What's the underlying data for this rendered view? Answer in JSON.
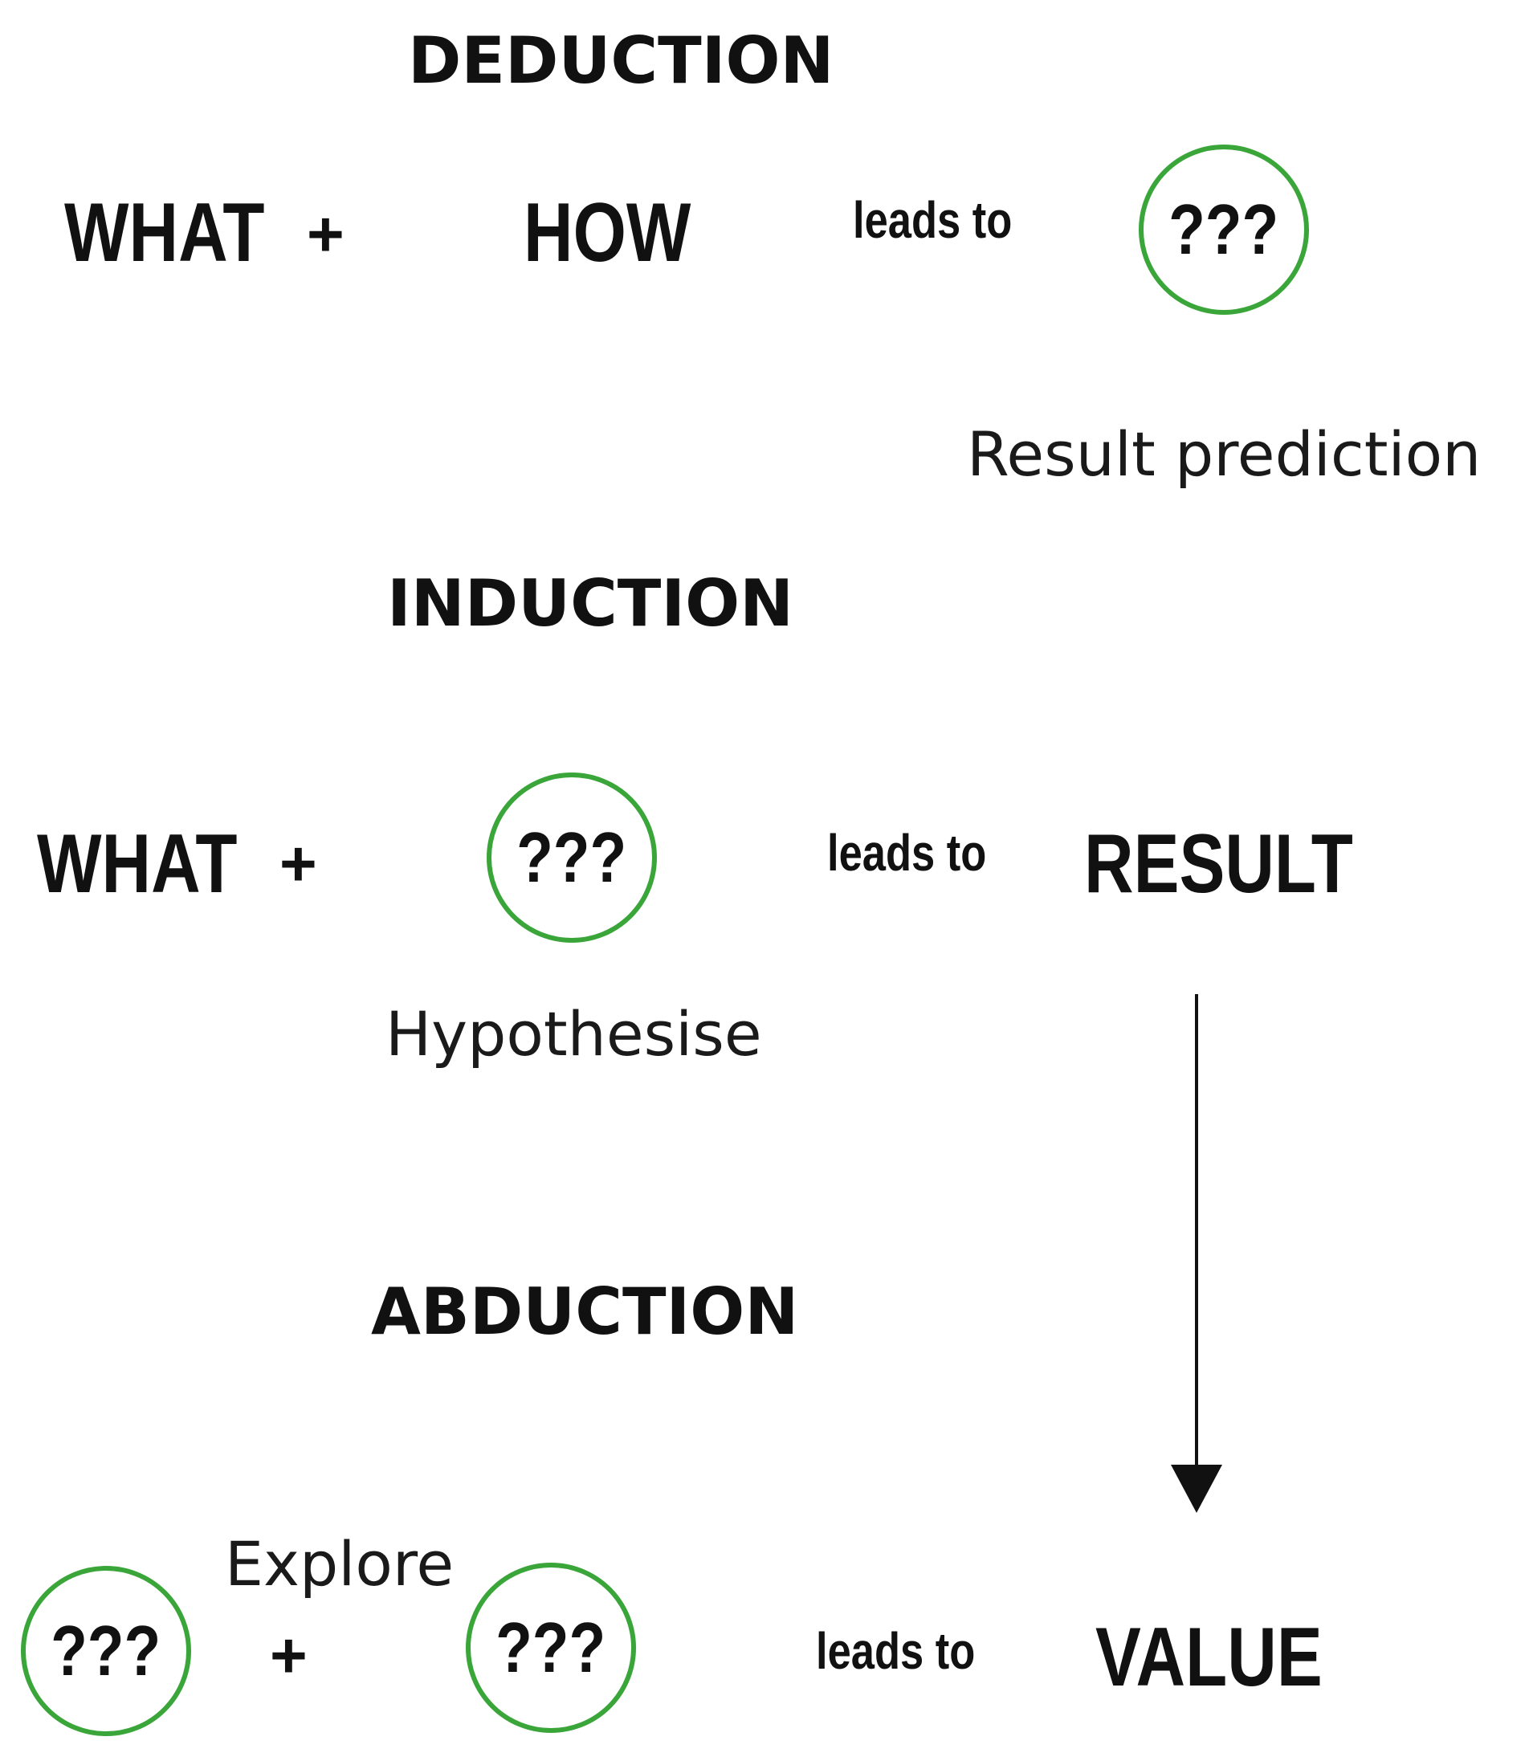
{
  "colors": {
    "circle_stroke": "#3aa63a",
    "text": "#111111",
    "background": "#ffffff"
  },
  "deduction": {
    "heading": "DEDUCTION",
    "term1": "WHAT",
    "plus": "+",
    "term2": "HOW",
    "leads_to": "leads to",
    "unknown": "???",
    "note": "Result prediction"
  },
  "induction": {
    "heading": "INDUCTION",
    "term1": "WHAT",
    "plus": "+",
    "unknown": "???",
    "leads_to": "leads to",
    "result": "RESULT",
    "note": "Hypothesise"
  },
  "abduction": {
    "heading": "ABDUCTION",
    "unknown1": "???",
    "note": "Explore",
    "plus": "+",
    "unknown2": "???",
    "leads_to": "leads to",
    "result": "VALUE"
  }
}
